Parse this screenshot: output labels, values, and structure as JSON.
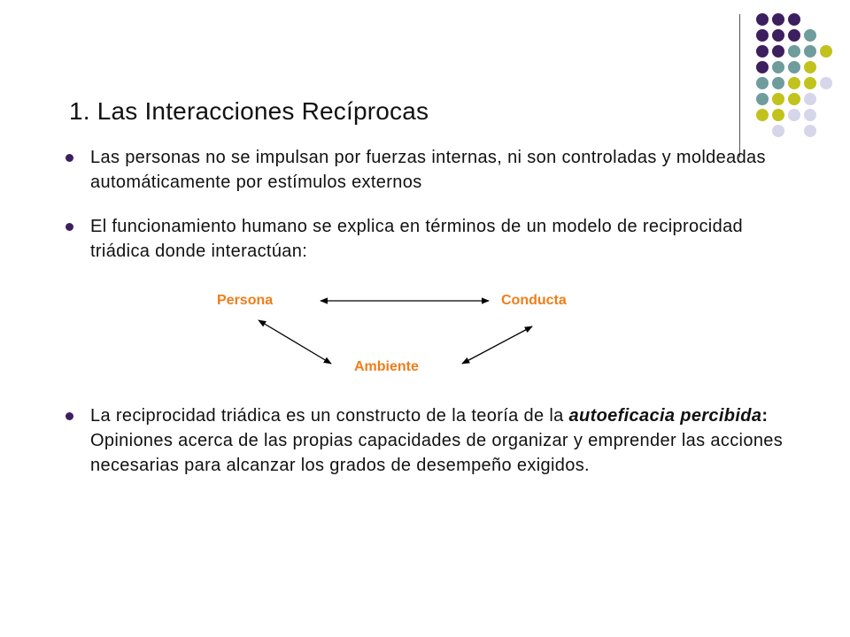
{
  "title": "1. Las Interacciones Recíprocas",
  "bullets": {
    "b1": "Las personas no se impulsan por fuerzas internas, ni son controladas y moldeadas automáticamente por estímulos externos",
    "b2": "El funcionamiento humano se explica en términos de un modelo de reciprocidad triádica donde interactúan:",
    "b3_intro": "La reciprocidad triádica es un constructo de la teoría de la ",
    "b3_term": "autoeficacia percibida",
    "b3_colon": ":",
    "b3_rest": " Opiniones acerca de las propias capacidades de organizar y emprender las acciones necesarias para alcanzar los grados de desempeño exigidos."
  },
  "diagram": {
    "persona": "Persona",
    "conducta": "Conducta",
    "ambiente": "Ambiente",
    "label_color": "#f07d1a"
  },
  "palette": {
    "purple": "#3d1f5f",
    "teal": "#6f9c9c",
    "olive": "#c2c21c",
    "lavender": "#d6d6ea"
  }
}
